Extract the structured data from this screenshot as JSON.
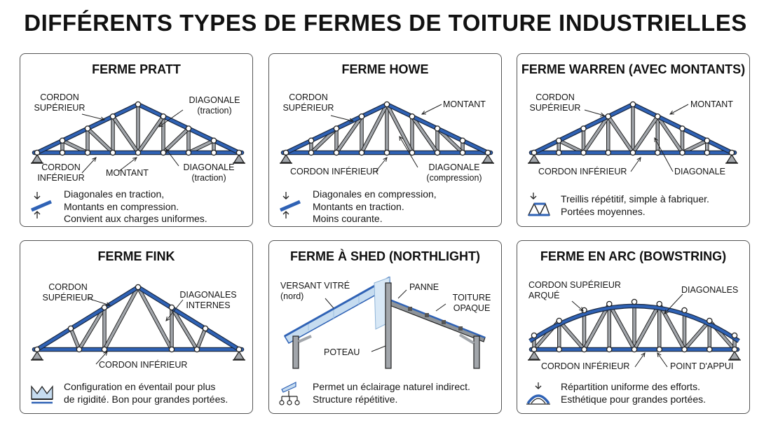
{
  "title": "DIFFÉRENTS TYPES DE FERMES DE TOITURE INDUSTRIELLES",
  "colors": {
    "chord": "#2f62b5",
    "member": "#a2a6ab",
    "node": "#ffffff",
    "stroke": "#222222",
    "glass": "#c6dcf0"
  },
  "panels": [
    {
      "title": "FERME PRATT",
      "labels": [
        "CORDON SUPÉRIEUR",
        "DIAGONALE (traction)",
        "CORDON INFÉRIEUR",
        "MONTANT",
        "DIAGONALE (traction)"
      ],
      "desc": [
        "Diagonales en traction,",
        "Montants en compression.",
        "Convient aux charges uniformes."
      ]
    },
    {
      "title": "FERME HOWE",
      "labels": [
        "CORDON SUPÉRIEUR",
        "MONTANT",
        "CORDON INFÉRIEUR",
        "DIAGONALE (compression)"
      ],
      "desc": [
        "Diagonales en compression,",
        "Montants en traction.",
        "Moins courante."
      ]
    },
    {
      "title": "FERME WARREN (AVEC MONTANTS)",
      "labels": [
        "CORDON SUPÉRIEUR",
        "MONTANT",
        "CORDON INFÉRIEUR",
        "DIAGONALE"
      ],
      "desc": [
        "Treillis répétitif, simple à fabriquer.",
        "Portées moyennes."
      ]
    },
    {
      "title": "FERME FINK",
      "labels": [
        "CORDON SUPÉRIEUR",
        "DIAGONALES INTERNES",
        "CORDON INFÉRIEUR"
      ],
      "desc": [
        "Configuration en éventail pour plus",
        "de rigidité. Bon pour grandes portées."
      ]
    },
    {
      "title": "FERME À SHED (NORTHLIGHT)",
      "labels": [
        "VERSANT VITRÉ (nord)",
        "PANNE",
        "TOITURE OPAQUE",
        "POTEAU"
      ],
      "desc": [
        "Permet un éclairage naturel indirect.",
        "Structure répétitive."
      ]
    },
    {
      "title": "FERME EN ARC (BOWSTRING)",
      "labels": [
        "CORDON SUPÉRIEUR ARQUÉ",
        "DIAGONALES",
        "CORDON INFÉRIEUR",
        "POINT D'APPUI"
      ],
      "desc": [
        "Répartition uniforme des efforts.",
        "Esthétique pour grandes portées."
      ]
    }
  ]
}
